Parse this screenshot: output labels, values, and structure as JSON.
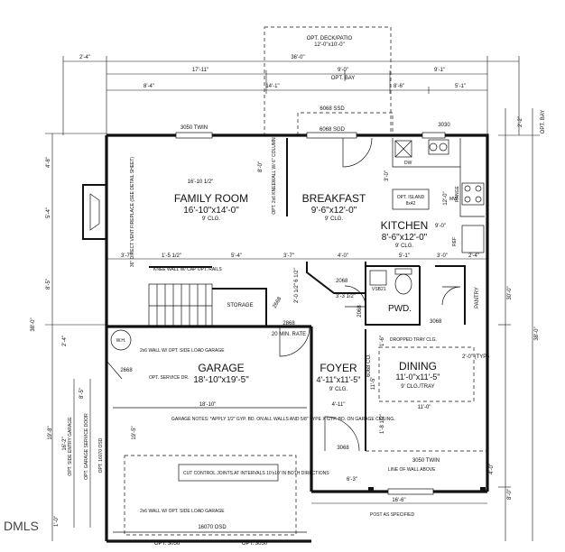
{
  "rooms": {
    "family": {
      "name": "FAMILY ROOM",
      "size": "16'-10\"x14'-0\"",
      "ceiling": "9' CLG."
    },
    "breakfast": {
      "name": "BREAKFAST",
      "size": "9'-6\"x12'-0\"",
      "ceiling": "9' CLG."
    },
    "kitchen": {
      "name": "KITCHEN",
      "size": "8'-6\"x12'-0\"",
      "ceiling": "9' CLG."
    },
    "garage": {
      "name": "GARAGE",
      "size": "18'-10\"x19'-5\""
    },
    "foyer": {
      "name": "FOYER",
      "size": "4'-11\"x11'-5\"",
      "ceiling": "9' CLG."
    },
    "dining": {
      "name": "DINING",
      "size": "11'-0\"x11'-5\"",
      "ceiling": "9' CLG./TRAY"
    },
    "pwd": {
      "name": "PWD."
    },
    "storage": {
      "name": "STORAGE"
    },
    "pantry": {
      "name": "PANTRY"
    }
  },
  "labels": {
    "deck": "OPT. DECK/PATIO",
    "deck_size": "12'-0\"x10'-0\"",
    "opt_bay": "OPT. BAY",
    "bay_side": "OPT. BAY",
    "win_3050_twin": "3050 TWIN",
    "door_6068_top": "6068 SSD",
    "door_6068_sgd": "6068 SGD",
    "win_3030": "3030",
    "kneewall": "OPT. 2x6 KNEEWALL W/ 6\" COLUMN",
    "fireplace": "36\" DIRECT VENT FIREPLACE (SEE DETAIL SHEET)",
    "knee_wall_rail": "KNEE WALL W/ CAP OPT. RAILS",
    "island": "OPT. ISLAND",
    "island_size": "8x42",
    "dw": "DW",
    "range": "RANGE",
    "ref": "REF",
    "mw": "MW",
    "wh": "W.H.",
    "two_hour_wall_top": "2x6 WALL W/ OPT. SIDE LOAD GARAGE",
    "service_dr": "OPT. SERVICE DR.",
    "door_2868": "2868",
    "door_2668": "2668",
    "door_2068": "2068",
    "door_2068b": "2068",
    "door_3068": "3068",
    "door_3068b": "3068",
    "door_6068": "6068 CO.",
    "twenty_min": "20 MIN. RATE",
    "vsb": "VSB21",
    "dropped": "DROPPED TRAY CLG.",
    "garage_notes": "GARAGE NOTES: *APPLY 1/2\" GYP. BD. ON ALL WALLS AND 5/8\" TYPE X GYP. BD. ON GARAGE CEILING.",
    "cut_joints": "CUT CONTROL JOINTS AT INTERVALS 10'x10' IN BOTH DIRECTIONS",
    "line_wall": "LINE OF WALL ABOVE",
    "win_3050_twin_b": "3050 TWIN",
    "post": "POST AS SPECIFIED",
    "two_hour_wall_bot": "2x6 WALL W/ OPT. SIDE LOAD GARAGE",
    "garage_door": "16070 OSD",
    "opt_3050_a": "OPT. 3050",
    "opt_3050_b": "OPT. 3050",
    "opt_side_entry": "OPT. SIDE ENTRY GARAGE",
    "opt_garage_service": "OPT. GARAGE SERVICE DOOR",
    "opt_16070": "OPT. 16070 OSD",
    "watermark": "DMLS"
  },
  "dims": {
    "d_2_4_top": "2'-4\"",
    "d_36_0_top": "36'-0\"",
    "d_17_11": "17'-11\"",
    "d_9_0a": "9'-0\"",
    "d_9_1": "9'-1\"",
    "d_8_4": "8'-4\"",
    "d_14_1": "14'-1\"",
    "d_8_6": "8'-6\"",
    "d_5_1": "5'-1\"",
    "d_2_2_right": "2'-2\"",
    "d_4_8_left": "4'-8\"",
    "d_5_4_left": "5'-4\"",
    "d_8_5_left": "8'-5\"",
    "d_38_0_left": "38'-0\"",
    "d_2_4_left": "2'-4\"",
    "d_30_0_right": "30'-0\"",
    "d_38_0_right": "38'-0\"",
    "d_16_10": "16'-10 1/2\"",
    "d_3_7a": "3'-7\"",
    "d_1_5": "1'-5 1/2\"",
    "d_5_4b": "5'-4\"",
    "d_3_7b": "3'-7\"",
    "d_4_0": "4'-0\"",
    "d_5_1b": "5'-1\"",
    "d_3_0": "3'-0\"",
    "d_2_4b": "2'-4\"",
    "d_6_1_2": "6 1/2\"",
    "d_2_0_1_2": "2'-0 1/2\"",
    "d_3_3_1_2": "3'-3 1/2\"",
    "d_18_10": "18'-10\"",
    "d_4_11": "4'-11\"",
    "d_11_0": "11'-0\"",
    "d_19_5": "19'-5\"",
    "d_11_5": "11'-5\"",
    "d_2_0_typ": "2'-0\" (TYP.)",
    "d_16_6": "16'-6\"",
    "d_6_3": "6'-3\"",
    "d_4_0b": "4'-0\"",
    "d_8_0": "8'-0\"",
    "d_12_0": "12'-0\"",
    "d_9_0b": "9'-0\"",
    "d_5_4c": "5'-4\"",
    "d_1_6": "1'-6\"",
    "d_1_8": "1'-8 1/2\"",
    "d_1_0": "1'-0\"",
    "d_19_8": "19'-8\"",
    "d_16_2": "16'-2\"",
    "d_8_5": "8'-5\"",
    "d_4_0c": "4'-0\"",
    "d_8_0b": "8'-0\""
  }
}
